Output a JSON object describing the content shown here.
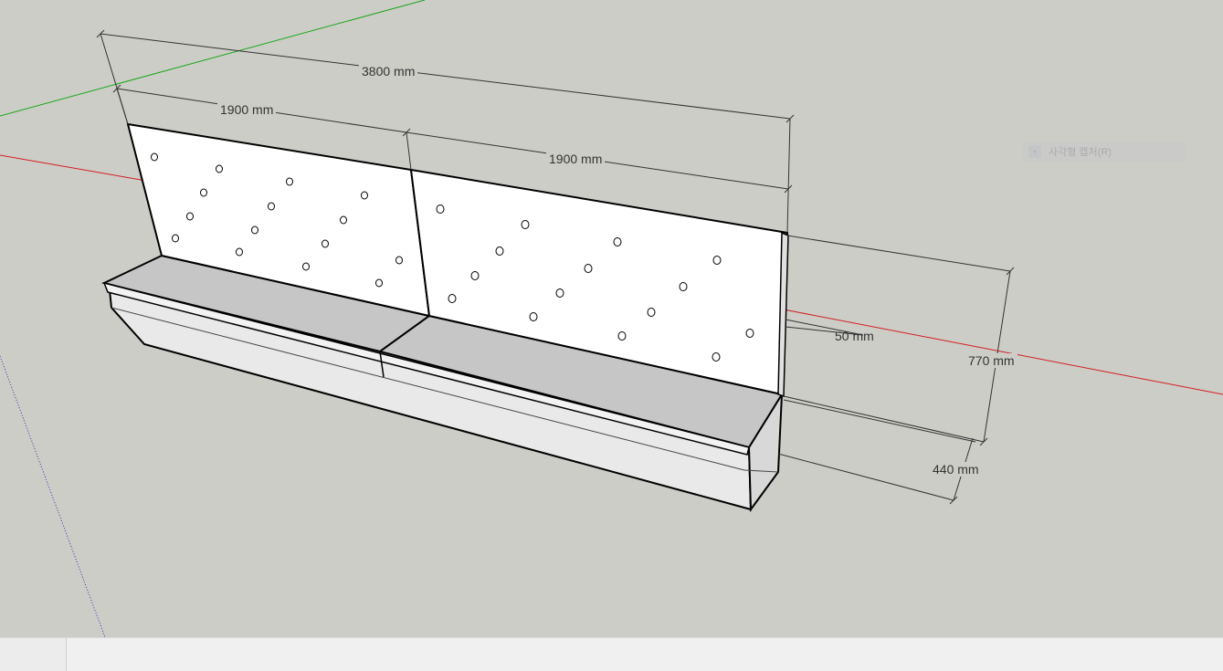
{
  "dimensions": {
    "total_length": "3800 mm",
    "left_module": "1900 mm",
    "right_module": "1900 mm",
    "back_height": "770 mm",
    "seat_height": "440 mm",
    "back_offset": "50 mm"
  },
  "tooltip": {
    "label": "사각형 캡처(R)",
    "icon": "capture-icon"
  },
  "statusbar": {
    "text": ""
  },
  "colors": {
    "background": "#cdcdc8",
    "green_axis": "#1aa61a",
    "red_axis": "#d11f1f",
    "blue_axis": "#2a3aa8",
    "panel_fill": "#ffffff",
    "seat_top": "#c4c4c4",
    "front_face": "#e6e6e6"
  }
}
